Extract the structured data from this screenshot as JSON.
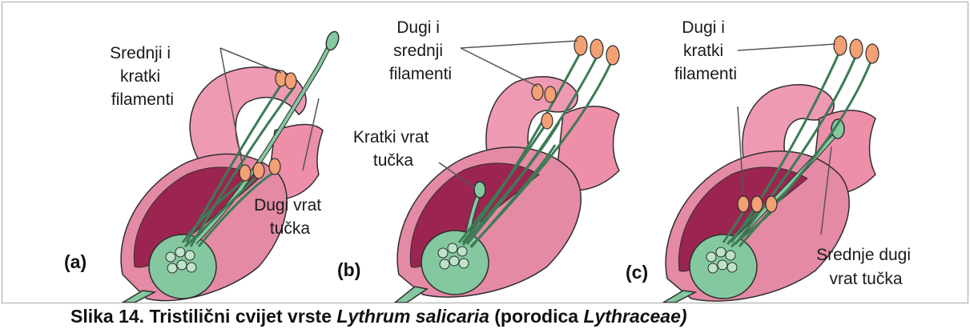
{
  "panels": [
    {
      "id": "a",
      "label": "(a)",
      "stamen_label": [
        "Srednji i",
        "kratki",
        "filamenti"
      ],
      "style_label": [
        "Dugi vrat",
        "tučka"
      ]
    },
    {
      "id": "b",
      "label": "(b)",
      "stamen_label": [
        "Dugi i",
        "srednji",
        "filamenti"
      ],
      "style_label": [
        "Kratki vrat",
        "tučka"
      ]
    },
    {
      "id": "c",
      "label": "(c)",
      "stamen_label": [
        "Dugi i",
        "kratki",
        "filamenti"
      ],
      "style_label": [
        "Srednje dugi",
        "vrat tučka"
      ]
    }
  ],
  "caption": {
    "prefix": "Slika 14. Tristilični cvijet vrste ",
    "species": "Lythrum salicaria",
    "middle": " (porodica ",
    "family": "Lythraceae)"
  },
  "colors": {
    "petal": "#e48aa5",
    "petal_dark": "#b5345f",
    "calyx_inner": "#8e1e44",
    "green": "#7fc49a",
    "green_dark": "#3d7b55",
    "anther": "#f2a074",
    "outline": "#2e2e2e",
    "frame": "#a8a8a8"
  }
}
